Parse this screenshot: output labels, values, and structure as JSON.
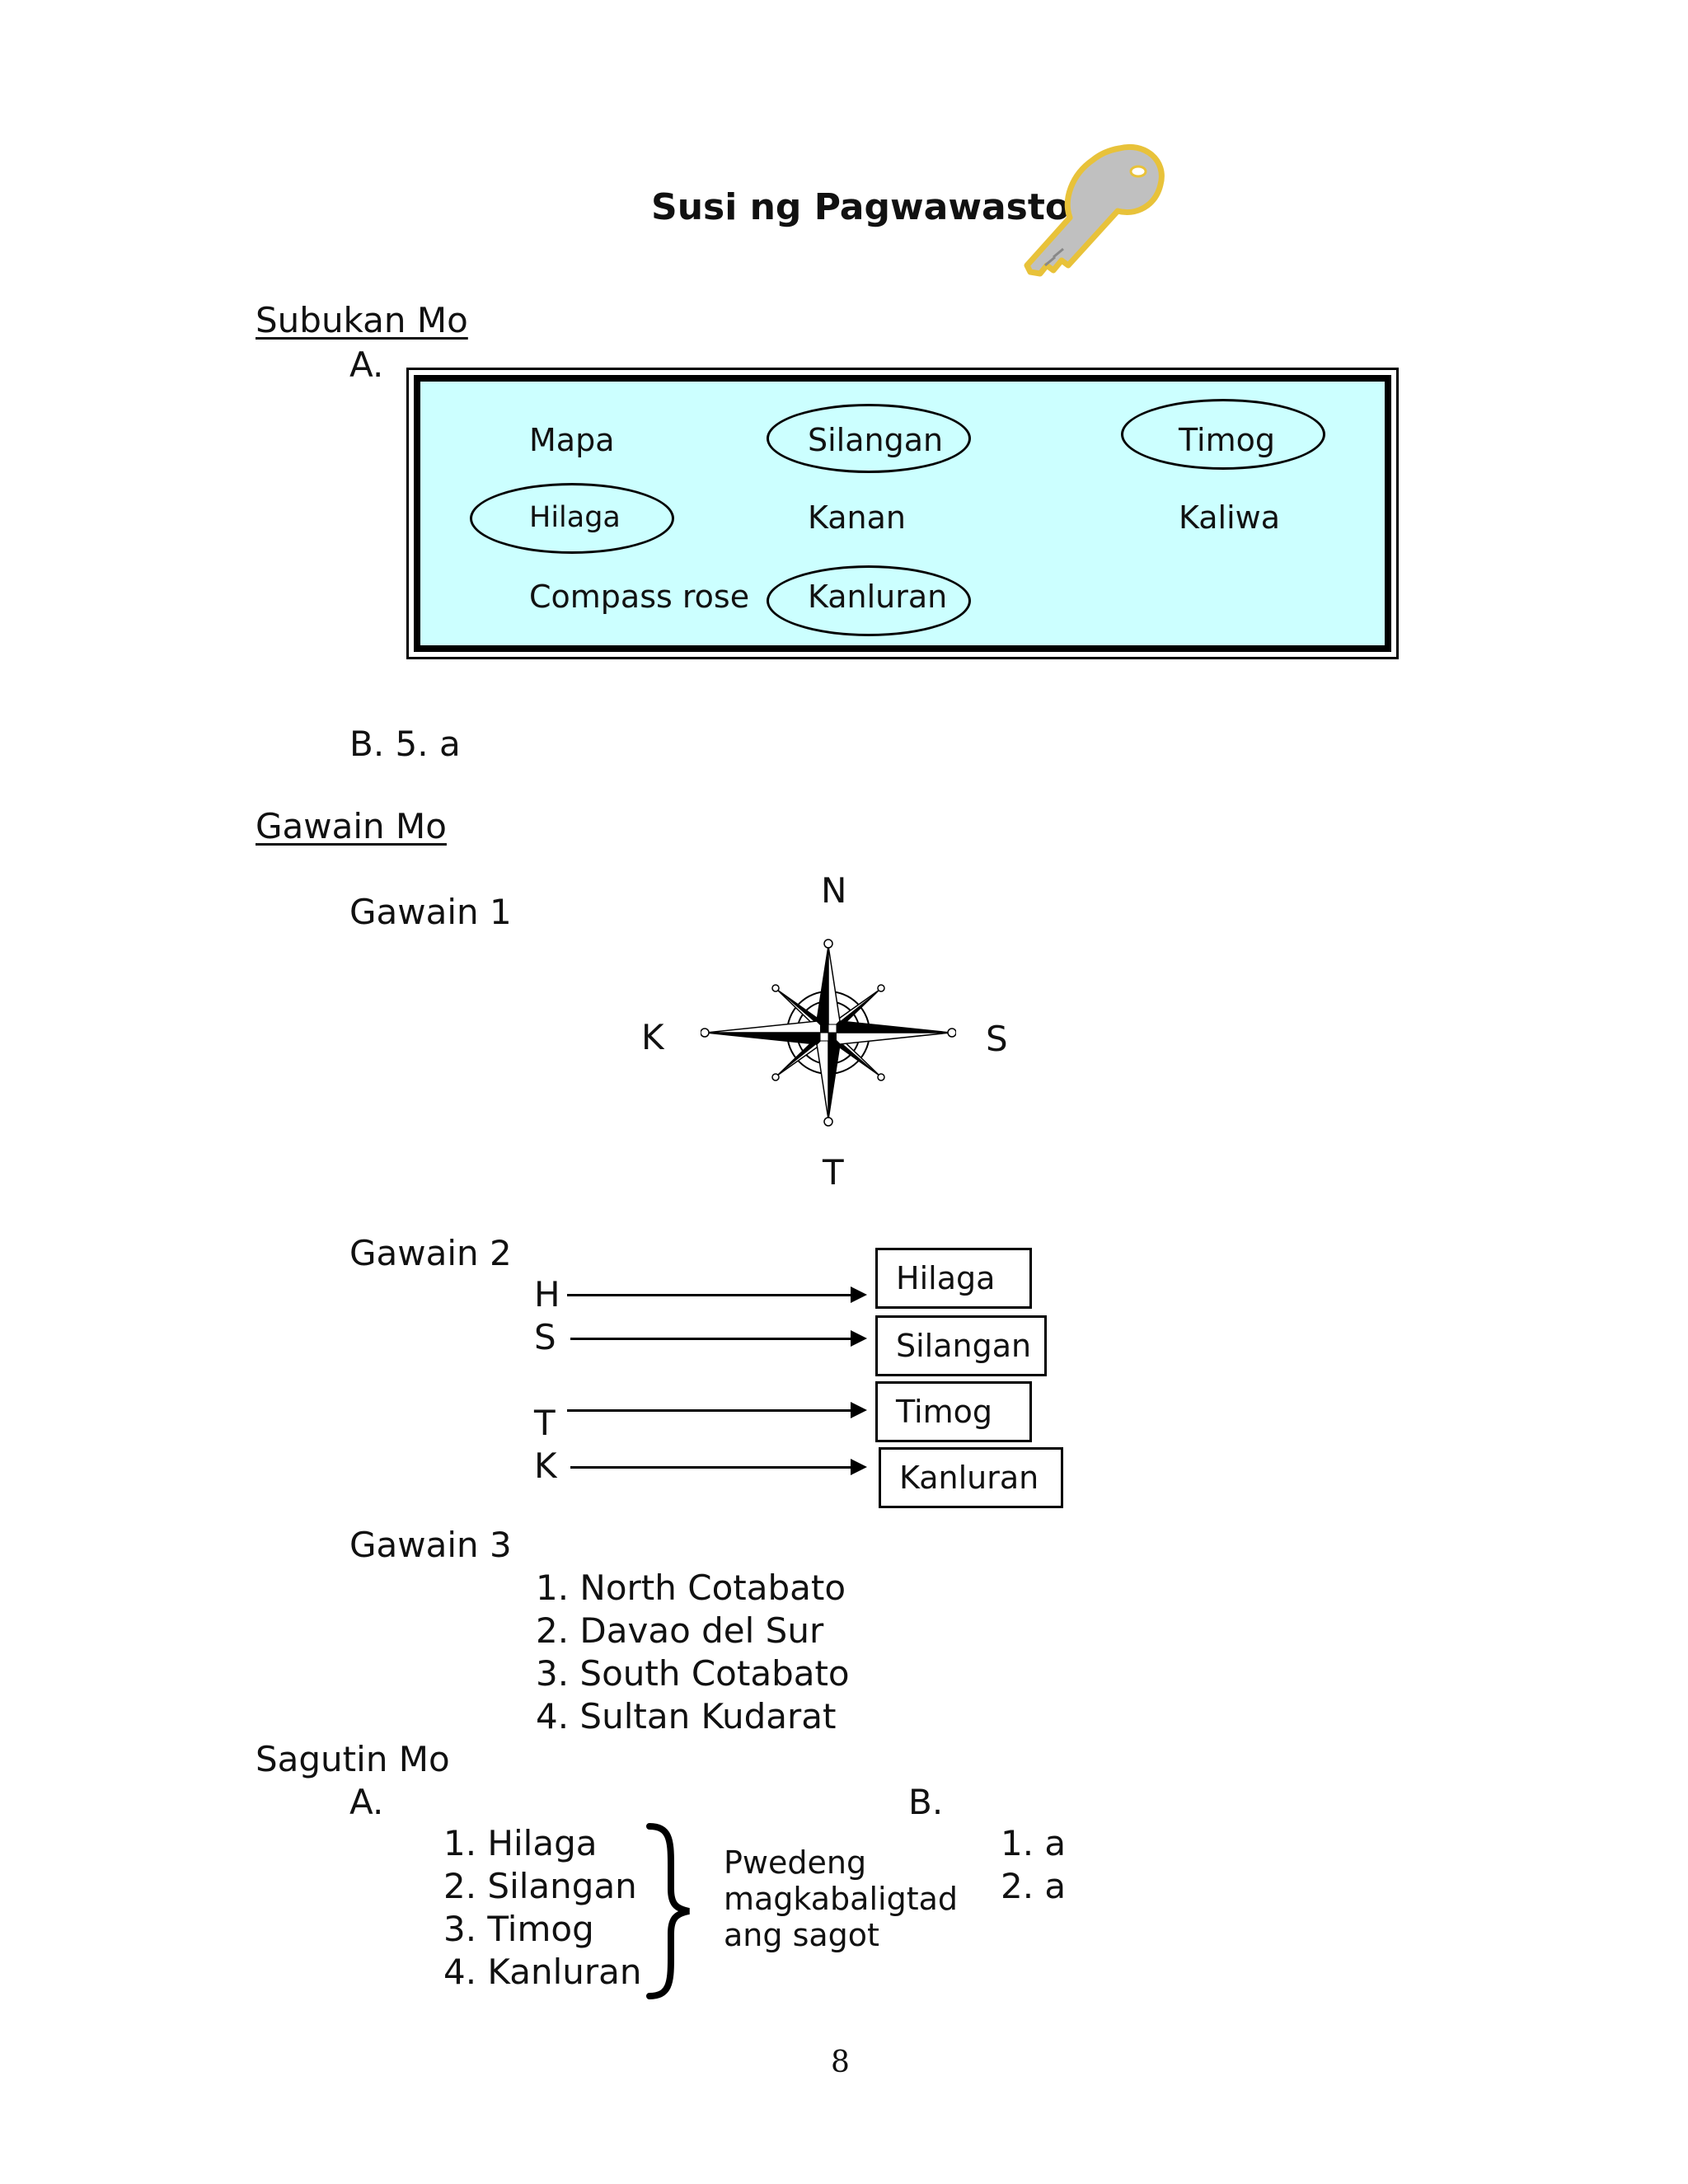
{
  "header": {
    "title": "Susi ng Pagwawasto",
    "icon": "key-icon"
  },
  "subukan": {
    "heading": "Subukan Mo",
    "a_label": "A.",
    "words": {
      "mapa": "Mapa",
      "silangan": "Silangan",
      "timog": "Timog",
      "hilaga": "Hilaga",
      "kanan": "Kanan",
      "kaliwa": "Kaliwa",
      "compass": "Compass rose",
      "kanluran": "Kanluran"
    },
    "b_answer": "B. 5. a"
  },
  "gawain": {
    "heading": "Gawain Mo",
    "g1": {
      "label": "Gawain 1",
      "north": "N",
      "south": "T",
      "west": "K",
      "east": "S",
      "icon": "compass-rose-icon"
    },
    "g2": {
      "label": "Gawain 2",
      "rows": [
        {
          "letter": "H",
          "answer": "Hilaga"
        },
        {
          "letter": "S",
          "answer": "Silangan"
        },
        {
          "letter": "T",
          "answer": "Timog"
        },
        {
          "letter": "K",
          "answer": "Kanluran"
        }
      ]
    },
    "g3": {
      "label": "Gawain 3",
      "items": [
        "1. North Cotabato",
        "2. Davao del Sur",
        "3. South Cotabato",
        "4. Sultan Kudarat"
      ]
    }
  },
  "sagutin": {
    "heading": "Sagutin Mo",
    "a_label": "A.",
    "a_items": [
      "1. Hilaga",
      "2. Silangan",
      "3. Timog",
      "4. Kanluran"
    ],
    "note_lines": [
      "Pwedeng",
      "magkabaligtad",
      "ang sagot"
    ],
    "b_label": "B.",
    "b_items": [
      "1. a",
      "2. a"
    ]
  },
  "footer": {
    "page_number": "8"
  }
}
